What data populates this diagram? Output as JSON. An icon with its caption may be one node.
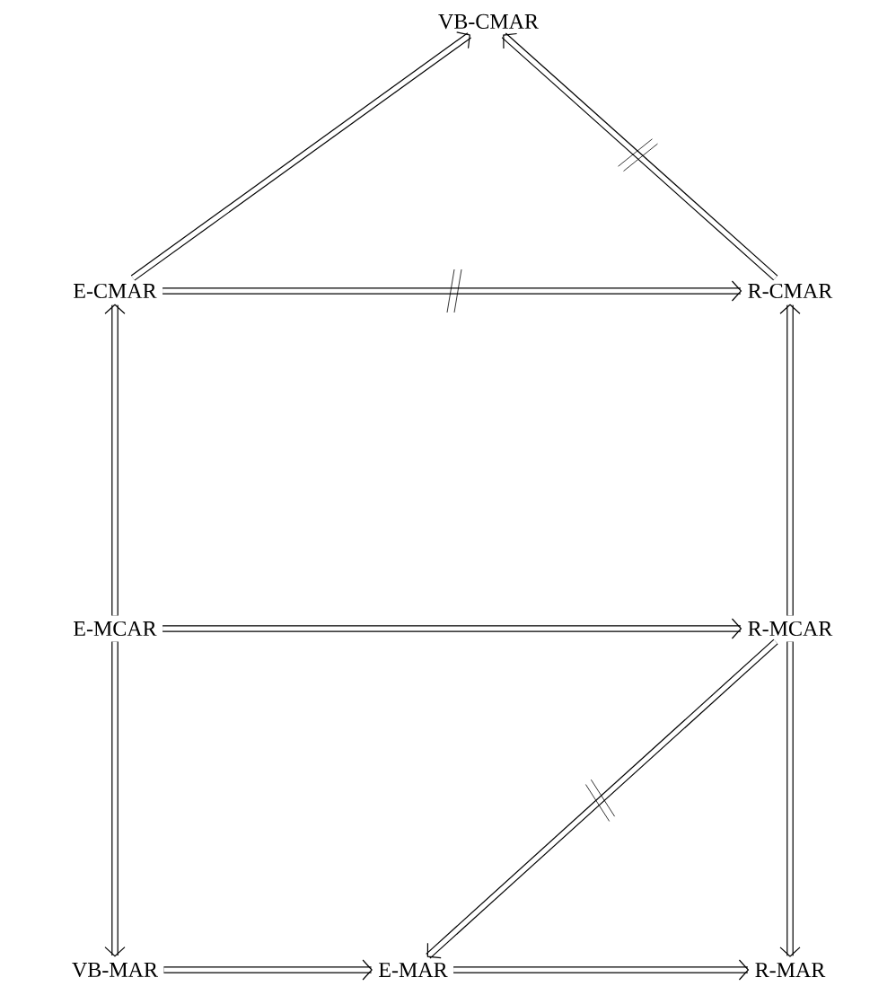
{
  "diagram": {
    "nodes": [
      {
        "text": [
          "VB-CMAR"
        ]
      },
      {
        "text": [
          "E-CMAR"
        ]
      },
      {
        "text": [
          "R-CMAR"
        ]
      },
      {
        "text": [
          "E-MCAR"
        ]
      },
      {
        "text": [
          "R-MCAR"
        ]
      },
      {
        "text": [
          "VB-MAR"
        ]
      },
      {
        "text": [
          "E-MAR"
        ]
      },
      {
        "text": [
          "R-MAR"
        ]
      }
    ],
    "edges": [
      {
        "from": 1,
        "to": 0,
        "arrow": "to"
      },
      {
        "from": 2,
        "to": 0,
        "arrow": "to"
      },
      {
        "from": 1,
        "to": 2,
        "arrow": "to"
      },
      {
        "from": 3,
        "to": 1,
        "arrow": "to"
      },
      {
        "from": 4,
        "to": 2,
        "arrow": "to"
      },
      {
        "from": 3,
        "to": 4,
        "arrow": "to"
      },
      {
        "from": 3,
        "to": 5,
        "arrow": "to"
      },
      {
        "from": 4,
        "to": 6,
        "arrow": "to"
      },
      {
        "from": 4,
        "to": 7,
        "arrow": "to"
      },
      {
        "from": 5,
        "to": 6,
        "arrow": "to"
      },
      {
        "from": 6,
        "to": 7,
        "arrow": "to"
      }
    ]
  }
}
